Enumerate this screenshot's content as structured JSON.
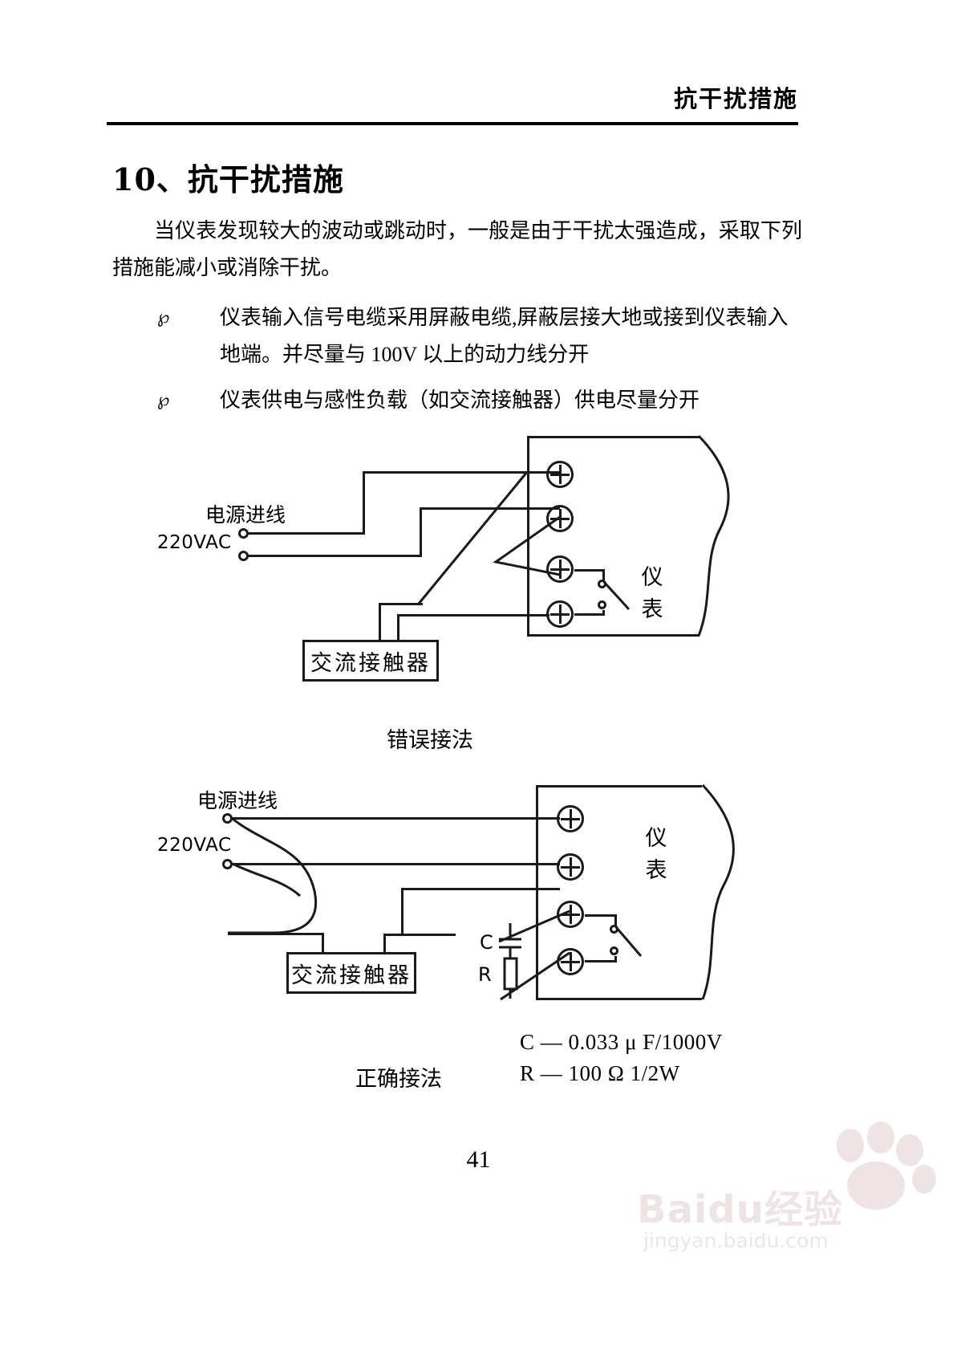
{
  "header": {
    "running_title": "抗干扰措施"
  },
  "section": {
    "number": "10、",
    "title": "抗干扰措施",
    "full_heading": "10、抗干扰措施"
  },
  "paragraph": "当仪表发现较大的波动或跳动时，一般是由于干扰太强造成，采取下列措施能减小或消除干扰。",
  "bullets": [
    {
      "marker": "℘",
      "text": "仪表输入信号电缆采用屏蔽电缆,屏蔽层接大地或接到仪表输入地端。并尽量与 100V 以上的动力线分开"
    },
    {
      "marker": "℘",
      "text": "仪表供电与感性负载（如交流接触器）供电尽量分开"
    }
  ],
  "diagram_wrong": {
    "caption": "错误接法",
    "power_label": "电源进线",
    "voltage_label": "220VAC",
    "contactor_label": "交流接触器",
    "instrument_label": "仪表",
    "terminal_count": 4
  },
  "diagram_correct": {
    "caption": "正确接法",
    "power_label": "电源进线",
    "voltage_label": "220VAC",
    "contactor_label": "交流接触器",
    "instrument_label": "仪表",
    "terminal_count": 4,
    "capacitor_label": "C",
    "resistor_label": "R"
  },
  "legend": [
    {
      "symbol": "C",
      "dash": "—",
      "value": "0.033 μ F/1000V"
    },
    {
      "symbol": "R",
      "dash": "—",
      "value": "100 Ω   1/2W"
    }
  ],
  "legend_lines": [
    "C  —   0.033 μ F/1000V",
    "R  —   100 Ω   1/2W"
  ],
  "footer": {
    "page_number": "41"
  },
  "watermark": {
    "brand": "Baidu经验",
    "url": "jingyan.baidu.com"
  },
  "colors": {
    "ink": "#1a1a1a",
    "paper": "#ffffff",
    "watermark": "#c9a9ad"
  }
}
